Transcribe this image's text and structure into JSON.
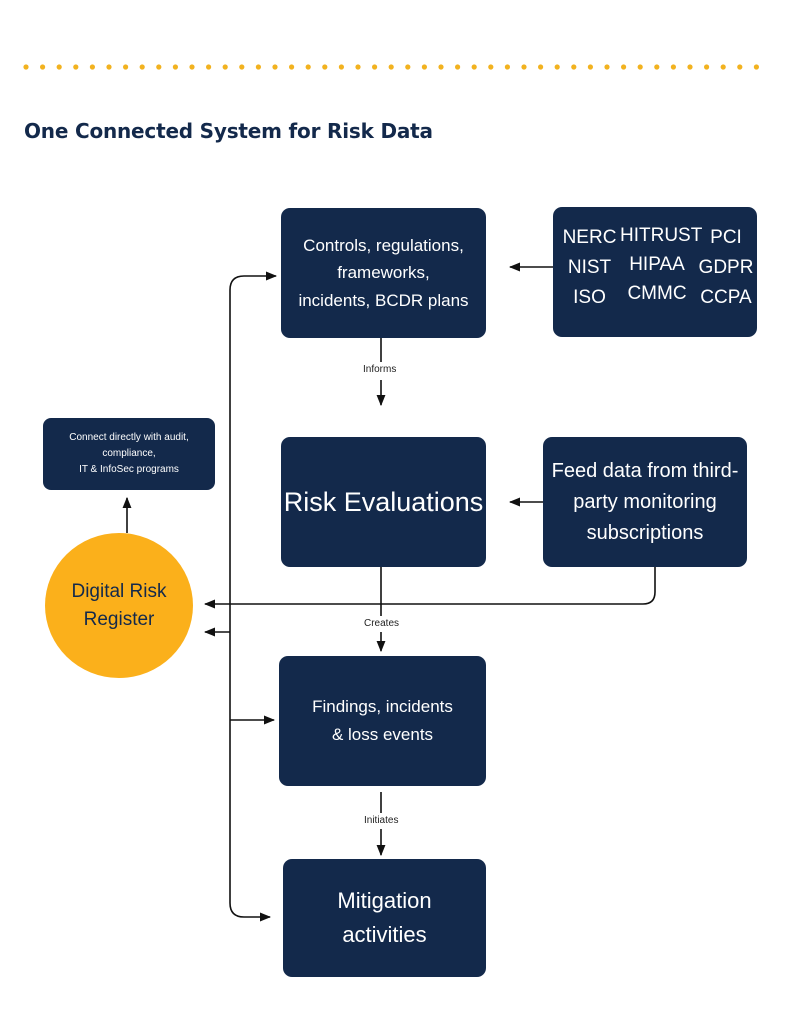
{
  "title": "One Connected System for Risk Data",
  "colors": {
    "navy": "#13294b",
    "gold": "#fbb01b",
    "dot": "#f2b21f"
  },
  "nodes": {
    "controls": [
      "Controls, regulations,",
      "frameworks,",
      "incidents, BCDR plans"
    ],
    "standards": {
      "col1": [
        "NERC",
        "NIST",
        "ISO"
      ],
      "col2": [
        "HITRUST",
        "HIPAA",
        "CMMC"
      ],
      "col3": [
        "PCI",
        "GDPR",
        "CCPA"
      ]
    },
    "evaluations": "Risk Evaluations",
    "thirdparty": [
      "Feed data from third-",
      "party monitoring",
      "subscriptions"
    ],
    "findings": [
      "Findings, incidents",
      "& loss events"
    ],
    "mitigation": [
      "Mitigation",
      "activities"
    ],
    "connect": [
      "Connect directly with audit, compliance,",
      "IT & InfoSec programs"
    ],
    "register": [
      "Digital Risk",
      "Register"
    ]
  },
  "edge_labels": {
    "informs": "Informs",
    "creates": "Creates",
    "initiates": "Initiates"
  }
}
